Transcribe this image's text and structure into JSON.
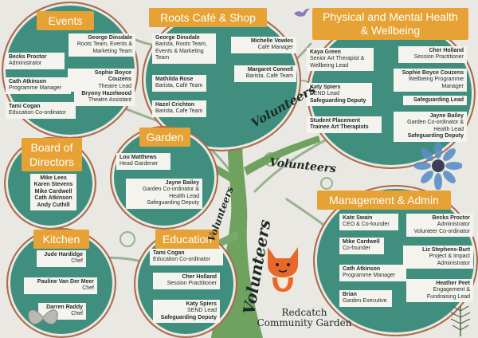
{
  "colors": {
    "teal": "#3f8e7e",
    "gold": "#e6a234",
    "card": "#f4f3ee",
    "rim": "#b0694a",
    "bg": "#e9e8e2",
    "trunk": "#6fa15f"
  },
  "sections": {
    "events": {
      "title": "Events",
      "people": [
        {
          "name": "George Dinsdale",
          "role": "Roots Team, Events & Marketing Team"
        },
        {
          "name": "Becks Proctor",
          "role": "Administrator"
        },
        {
          "name": "Sophie Boyce Couzens",
          "role": "Theatre Lead"
        },
        {
          "name": "Cath Atkinson",
          "role": "Programme Manager"
        },
        {
          "name": "Bryony Hazelwood",
          "role": "Theatre Assistant"
        },
        {
          "name": "Tami Cogan",
          "role": "Education Co-ordinator"
        }
      ]
    },
    "cafe": {
      "title": "Roots Café & Shop",
      "people": [
        {
          "name": "George Dinsdale",
          "role": "Barista, Roots Team, Events & Marketing Team"
        },
        {
          "name": "Michelle Vowles",
          "role": "Café Manager"
        },
        {
          "name": "Margaret Connell",
          "role": "Barista, Café Team"
        },
        {
          "name": "Mathilda Rose",
          "role": "Barista, Café Team"
        },
        {
          "name": "Hazel Crichton",
          "role": "Barista, Cafe Team"
        }
      ]
    },
    "health": {
      "title": "Physical and Mental Health & Wellbeing",
      "people": [
        {
          "name": "Kaya Green",
          "role": "Senior Art Therapist & Wellbeing Lead"
        },
        {
          "name": "Cher Holland",
          "role": "Session Practitioner"
        },
        {
          "name": "Sophie Boyce Couzens",
          "role": "Wellbeing Programme Manager"
        },
        {
          "name": "Katy Spiers",
          "role": "SEND Lead"
        },
        {
          "name": "Safeguarding Deputy",
          "role": ""
        },
        {
          "name": "Safeguarding Lead",
          "role": ""
        },
        {
          "name": "Student Placement Trainee Art Therapists",
          "role": ""
        },
        {
          "name": "Jayne Bailey",
          "role": "Garden Co-ordinator & Health Lead"
        },
        {
          "name": "Safeguarding Deputy",
          "role": ""
        }
      ]
    },
    "board": {
      "title": "Board of Directors",
      "people": [
        {
          "name": "Mike Lees"
        },
        {
          "name": "Karen Stevens"
        },
        {
          "name": "Mike Cardwell"
        },
        {
          "name": "Cath Atkinson"
        },
        {
          "name": "Andy Cuthill"
        }
      ]
    },
    "garden": {
      "title": "Garden",
      "people": [
        {
          "name": "Lou Matthews",
          "role": "Head Gardener"
        },
        {
          "name": "Jayne Bailey",
          "role": "Garden Co-ordinator & Health Lead"
        },
        {
          "name": "Safeguarding Deputy",
          "role": ""
        }
      ]
    },
    "kitchen": {
      "title": "Kitchen",
      "people": [
        {
          "name": "Jude Hardidge",
          "role": "Chef"
        },
        {
          "name": "Pauline Van Der Meer",
          "role": "Chef"
        },
        {
          "name": "Darren Raddy",
          "role": "Chef"
        }
      ]
    },
    "education": {
      "title": "Education",
      "people": [
        {
          "name": "Tami Cogan",
          "role": "Education Co-ordinator"
        },
        {
          "name": "Cher Holland",
          "role": "Session Practitioner"
        },
        {
          "name": "Katy Spiers",
          "role": "SEND Lead"
        },
        {
          "name": "Safeguarding Deputy",
          "role": ""
        }
      ]
    },
    "management": {
      "title": "Management & Admin",
      "people": [
        {
          "name": "Kate Swain",
          "role": "CEO & Co-founder"
        },
        {
          "name": "Becks Proctor",
          "role": "Administrator"
        },
        {
          "name": "",
          "role": "Volunteer Co-ordinator"
        },
        {
          "name": "Mike Cardwell",
          "role": "Co-founder"
        },
        {
          "name": "Liz Stephens-Burt",
          "role": "Project & Impact Administrator"
        },
        {
          "name": "Cath Atkinson",
          "role": "Programme Manager"
        },
        {
          "name": "Heather Peet",
          "role": "Engagement & Fundraising Lead"
        },
        {
          "name": "Brian",
          "role": "Garden Executive"
        }
      ]
    }
  },
  "volunteers": "Volunteers",
  "brand": {
    "line1": "Redcatch",
    "line2": "Community Garden"
  },
  "icons": {
    "bird": "bird-icon",
    "flower": "flower-icon",
    "fox": "fox-icon",
    "moth": "moth-icon",
    "plant": "plant-icon"
  }
}
